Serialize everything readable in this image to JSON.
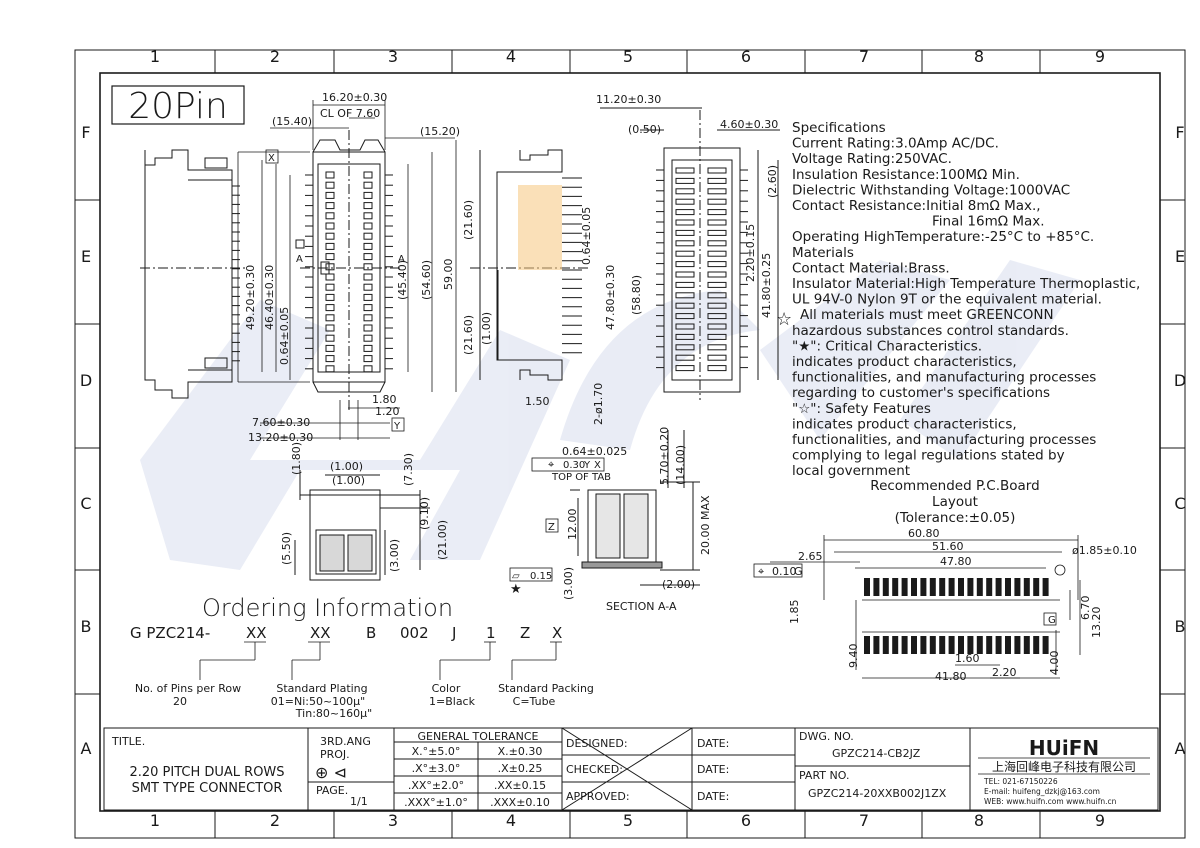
{
  "pin_badge": "20Pin",
  "grid": {
    "columns": [
      "1",
      "2",
      "3",
      "4",
      "5",
      "6",
      "7",
      "8",
      "9"
    ],
    "rows": [
      "F",
      "E",
      "D",
      "C",
      "B",
      "A"
    ]
  },
  "specifications": [
    "Specifications",
    "Current Rating:3.0Amp AC/DC.",
    "Voltage Rating:250VAC.",
    "Insulation Resistance:100MΩ Min.",
    "Dielectric Withstanding Voltage:1000VAC",
    "Contact Resistance:Initial 8mΩ Max.,",
    "Final 16mΩ Max.",
    "Operating HighTemperature:-25°C to +85°C.",
    "Materials",
    "Contact Material:Brass.",
    "Insulator Material:High Temperature Thermoplastic,",
    "UL 94V-0 Nylon 9T or the equivalent material.",
    "All materials must meet GREENCONN",
    "hazardous substances control standards.",
    "\"★\": Critical Characteristics.",
    "indicates product characteristics,",
    "functionalities, and manufacturing processes",
    "regarding to customer's specifications",
    "\"☆\": Safety Features",
    "indicates product characteristics,",
    "functionalities, and manufacturing processes",
    "complying to legal regulations stated by",
    "local government"
  ],
  "pcb_layout": {
    "title1": "Recommended P.C.Board",
    "title2": "Layout",
    "tolerance": "(Tolerance:±0.05)",
    "dims": [
      "60.80",
      "51.60",
      "47.80",
      "2.65",
      "ø1.85±0.10",
      "0.10",
      "G",
      "1.85",
      "6.70",
      "13.20",
      "9.40",
      "1.60",
      "2.20",
      "4.00",
      "41.80"
    ]
  },
  "front_view_dims": [
    "16.20±0.30",
    "(15.40)",
    "CL OF 7.60",
    "(15.20)",
    "49.20±0.30",
    "46.40±0.30",
    "(45.40)",
    "(54.60)",
    "59.00",
    "0.64±0.05",
    "1.80",
    "1.20",
    "7.60±0.30",
    "13.20±0.30",
    "X",
    "Y",
    "A",
    "A"
  ],
  "side_view_dims": [
    "(21.60)",
    "(21.60)",
    "(1.00)",
    "0.64±0.05",
    "47.80±0.30",
    "(58.80)",
    "1.50",
    "2-ø1.70"
  ],
  "right_view_dims": [
    "11.20±0.30",
    "(0.50)",
    "4.60±0.30",
    "(2.60)",
    "2.20±0.15",
    "41.80±0.25"
  ],
  "bottom_left_dims": [
    "(1.80)",
    "(1.00)",
    "(1.00)",
    "(7.30)",
    "(9.10)",
    "(21.00)",
    "(5.50)",
    "(3.00)"
  ],
  "section_view": {
    "dims": [
      "0.64±0.025",
      "0.30",
      "Y",
      "X",
      "TOP OF TAB",
      "5.70±0.20",
      "(14.00)",
      "20.00 MAX",
      "12.00",
      "Z",
      "0.15",
      "(3.00)",
      "(2.00)"
    ],
    "label": "SECTION A-A"
  },
  "ordering": {
    "title": "Ordering Information",
    "code_parts": [
      "G PZC214-",
      "XX",
      "XX",
      "B",
      "002",
      "J",
      "1",
      "Z",
      "X"
    ],
    "notes": [
      {
        "lines": [
          "No. of Pins per Row",
          "20"
        ]
      },
      {
        "lines": [
          "Standard Plating",
          "01=Ni:50~100µ\"",
          "Tin:80~160µ\""
        ]
      },
      {
        "lines": [
          "Color",
          "1=Black"
        ]
      },
      {
        "lines": [
          "Standard Packing",
          "C=Tube"
        ]
      }
    ]
  },
  "title_block": {
    "title_label": "TITLE.",
    "title_line1": "2.20 PITCH DUAL ROWS",
    "title_line2": "SMT TYPE CONNECTOR",
    "proj_line1": "3RD.ANG",
    "proj_line2": "PROJ.",
    "page_label": "PAGE.",
    "page_value": "1/1",
    "tolerance_header": "GENERAL TOLERANCE",
    "tolerance_rows": [
      [
        "X.°±5.0°",
        "X.±0.30"
      ],
      [
        ".X°±3.0°",
        ".X±0.25"
      ],
      [
        ".XX°±2.0°",
        ".XX±0.15"
      ],
      [
        ".XXX°±1.0°",
        ".XXX±0.10"
      ]
    ],
    "designed": "DESIGNED:",
    "checked": "CHECKED:",
    "approved": "APPROVED:",
    "date": "DATE:",
    "dwg_label": "DWG. NO.",
    "dwg_value": "GPZC214-CB2JZ",
    "part_label": "PART NO.",
    "part_value": "GPZC214-20XXB002J1ZX",
    "company_logo": "HUiFN",
    "company_name": "上海回峰电子科技有限公司",
    "tel": "TEL: 021-67150226",
    "email": "E-mail: huifeng_dzkj@163.com",
    "web": "WEB: www.huifn.com  www.huifn.cn"
  },
  "watermark": "HUiFN",
  "colors": {
    "line": "#1a1a1a",
    "watermark": "#2f4fa8",
    "highlight": "#f5c77e"
  }
}
